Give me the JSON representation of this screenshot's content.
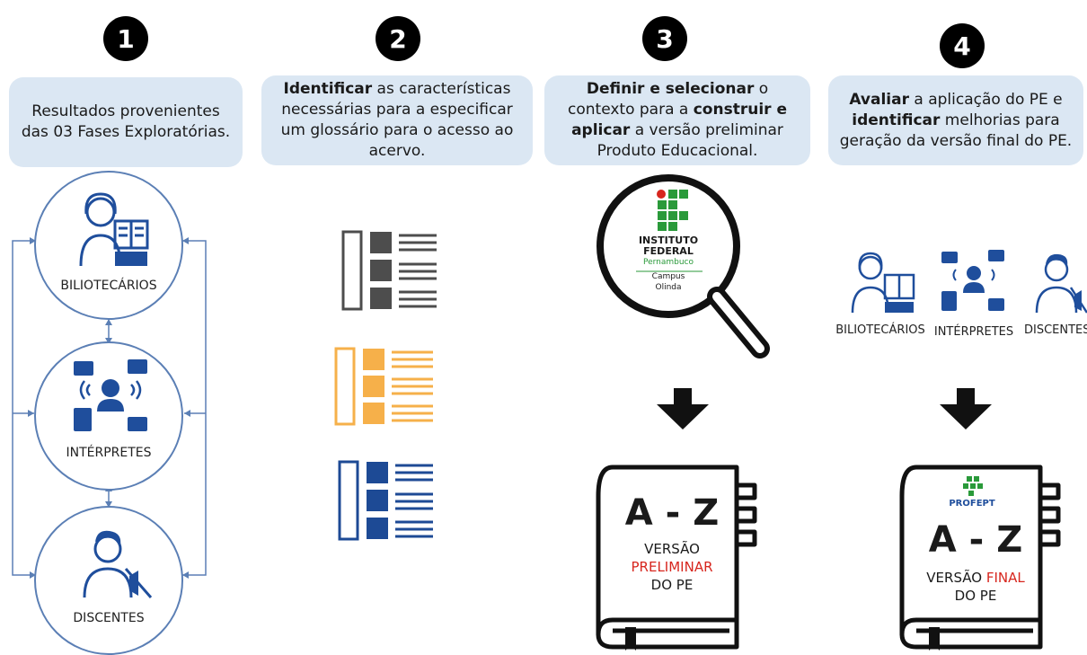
{
  "steps": [
    {
      "number": "1",
      "text_plain": "Resultados provenientes das 03 Fases Exploratórias."
    },
    {
      "number": "2",
      "text_bold": "Identificar",
      "text_rest": " as características necessárias para a especificar um glossário para o acesso ao acervo."
    },
    {
      "number": "3",
      "b1": "Definir e selecionar",
      "t1": " o contexto para a ",
      "b2": "construir e aplicar",
      "t2": " a versão preliminar Produto Educacional."
    },
    {
      "number": "4",
      "b1": "Avaliar",
      "t1": " a aplicação do PE  e ",
      "b2": "identificar",
      "t2": " melhorias para geração da versão final do PE."
    }
  ],
  "roles": {
    "bibliotecarios": "BILIOTECÁRIOS",
    "interpretes": "INTÉRPRETES",
    "discentes": "DISCENTES"
  },
  "institute": {
    "line1": "INSTITUTO",
    "line2": "FEDERAL",
    "line3": "Pernambuco",
    "line4": "Campus",
    "line5": "Olinda"
  },
  "book_prelim": {
    "az": "A - Z",
    "line1": "VERSÃO",
    "line2": "PRELIMINAR",
    "line3": "DO PE"
  },
  "book_final": {
    "logo": "PROFEPT",
    "az": "A - Z",
    "line1_a": "VERSÃO ",
    "line1_b": "FINAL",
    "line2": "DO PE"
  },
  "colors": {
    "badge": "#000000",
    "step_box": "#dbe7f3",
    "icon_blue": "#1f4e9c",
    "icon_gray": "#4d4d4d",
    "icon_orange": "#f6b04a",
    "icon_navy": "#1d4a95",
    "red_text": "#d7261e"
  }
}
